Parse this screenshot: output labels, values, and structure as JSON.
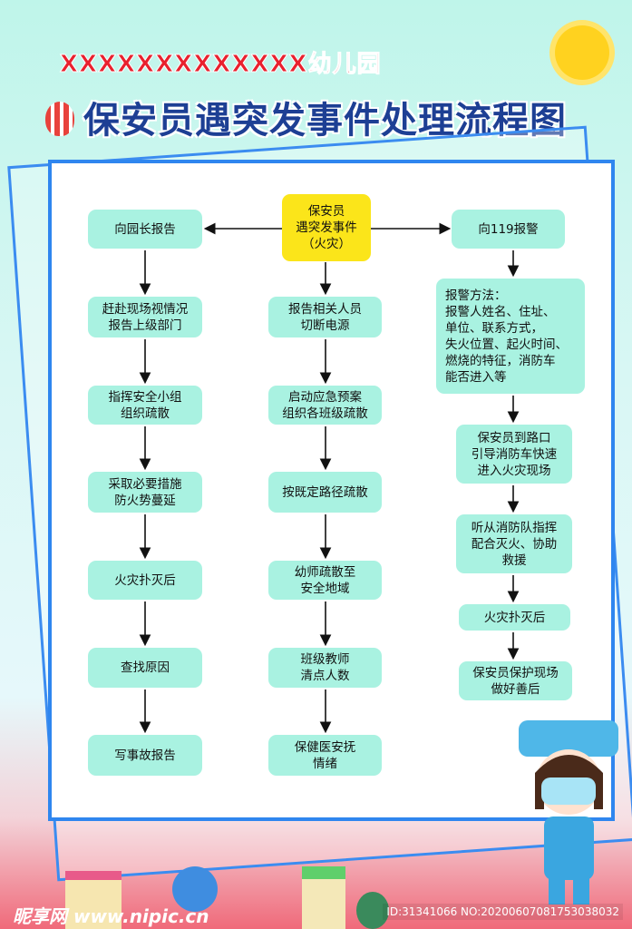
{
  "header": {
    "subtitle": "XXXXXXXXXXXXX幼儿园",
    "title": "保安员遇突发事件处理流程图"
  },
  "flow": {
    "start": "保安员\n遇突发事件\n（火灾）",
    "left": [
      "向园长报告",
      "赶赴现场视情况\n报告上级部门",
      "指挥安全小组\n组织疏散",
      "采取必要措施\n防火势蔓延",
      "火灾扑灭后",
      "查找原因",
      "写事故报告"
    ],
    "middle": [
      "报告相关人员\n切断电源",
      "启动应急预案\n组织各班级疏散",
      "按既定路径疏散",
      "幼师疏散至\n安全地域",
      "班级教师\n清点人数",
      "保健医安抚\n情绪"
    ],
    "right": [
      "向119报警",
      "报警方法：\n报警人姓名、住址、\n单位、联系方式，\n失火位置、起火时间、\n燃烧的特征，消防车\n能否进入等",
      "保安员到路口\n引导消防车快速\n进入火灾现场",
      "听从消防队指挥\n配合灭火、协助\n救援",
      "火灾扑灭后",
      "保安员保护现场\n做好善后"
    ]
  },
  "watermark": {
    "logo": "昵享网 www.nipic.cn",
    "id": "ID:31341066 NO:20200607081753038032"
  }
}
